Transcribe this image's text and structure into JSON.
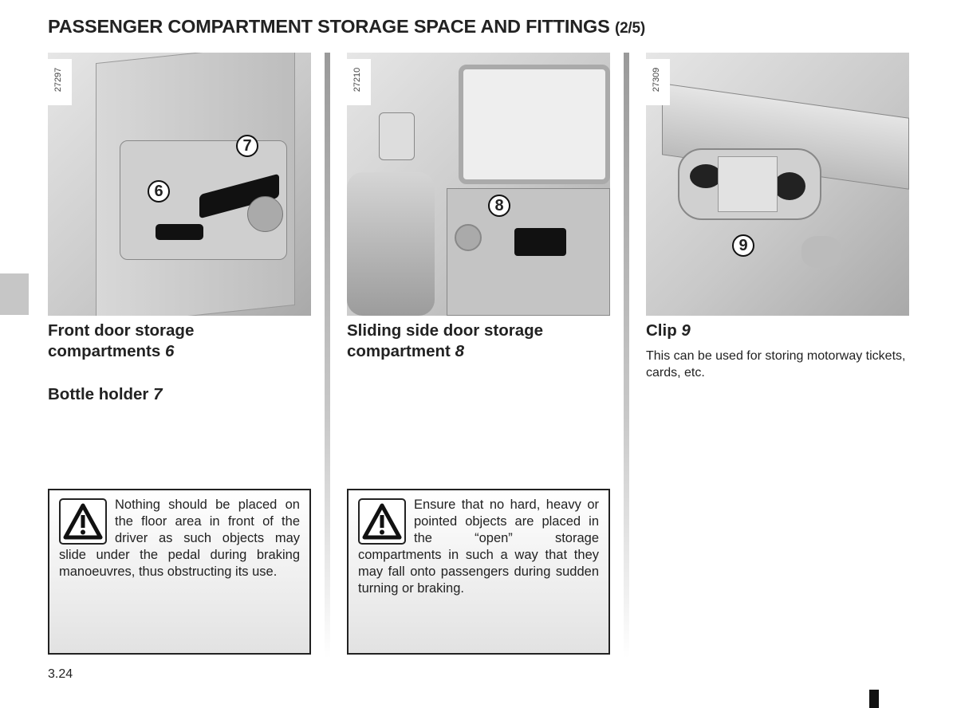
{
  "page": {
    "title": "PASSENGER COMPARTMENT STORAGE SPACE AND FITTINGS",
    "title_suffix": "(2/5)",
    "page_number": "3.24"
  },
  "columns": [
    {
      "figure_id": "27297",
      "callouts": [
        "6",
        "7"
      ],
      "headings": [
        {
          "text": "Front door storage compartments ",
          "ref": "6"
        },
        {
          "text": "Bottle holder ",
          "ref": "7"
        }
      ],
      "warning": "Nothing should be placed on the floor area in front of the driver as such objects may slide under the pedal during braking manoeuvres, thus obstructing its use."
    },
    {
      "figure_id": "27210",
      "callouts": [
        "8"
      ],
      "headings": [
        {
          "text": "Sliding side door storage compartment ",
          "ref": "8"
        }
      ],
      "warning": "Ensure that no hard, heavy or pointed objects are placed in the “open” storage compartments in such a way that they may fall onto passengers during sudden turning or braking."
    },
    {
      "figure_id": "27309",
      "callouts": [
        "9"
      ],
      "headings": [
        {
          "text": "Clip ",
          "ref": "9"
        }
      ],
      "body": "This can be used for storing motorway tickets, cards, etc."
    }
  ]
}
